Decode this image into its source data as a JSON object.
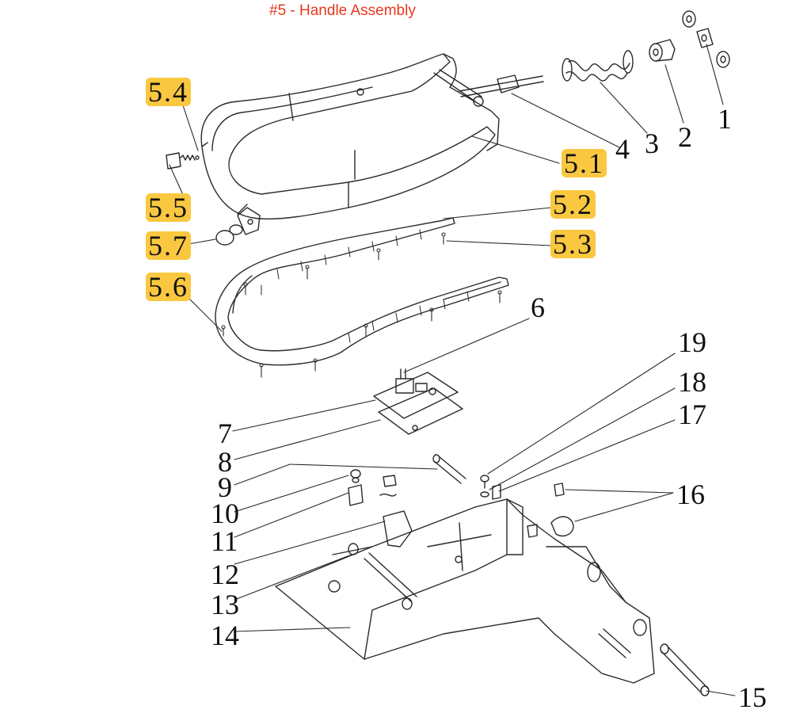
{
  "title": "#5 - Handle Assembly",
  "colors": {
    "title": "#e8391e",
    "highlight": "#f9c840",
    "line": "#2a2a2a"
  },
  "callouts": {
    "c1": "1",
    "c2": "2",
    "c3": "3",
    "c4": "4",
    "c5_1": "5.1",
    "c5_2": "5.2",
    "c5_3": "5.3",
    "c5_4": "5.4",
    "c5_5": "5.5",
    "c5_6": "5.6",
    "c5_7": "5.7",
    "c6": "6",
    "c7": "7",
    "c8": "8",
    "c9": "9",
    "c10": "10",
    "c11": "11",
    "c12": "12",
    "c13": "13",
    "c14": "14",
    "c15": "15",
    "c16": "16",
    "c17": "17",
    "c18": "18",
    "c19": "19"
  }
}
